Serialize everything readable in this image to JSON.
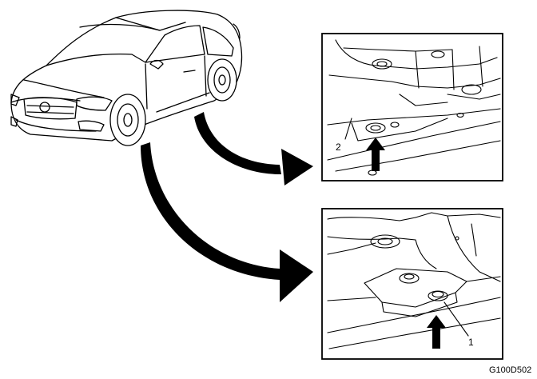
{
  "callouts": {
    "top_panel_label": "2",
    "bottom_panel_label": "1"
  },
  "figure_code": "G100D502",
  "colors": {
    "ink": "#000000",
    "paper": "#ffffff"
  }
}
